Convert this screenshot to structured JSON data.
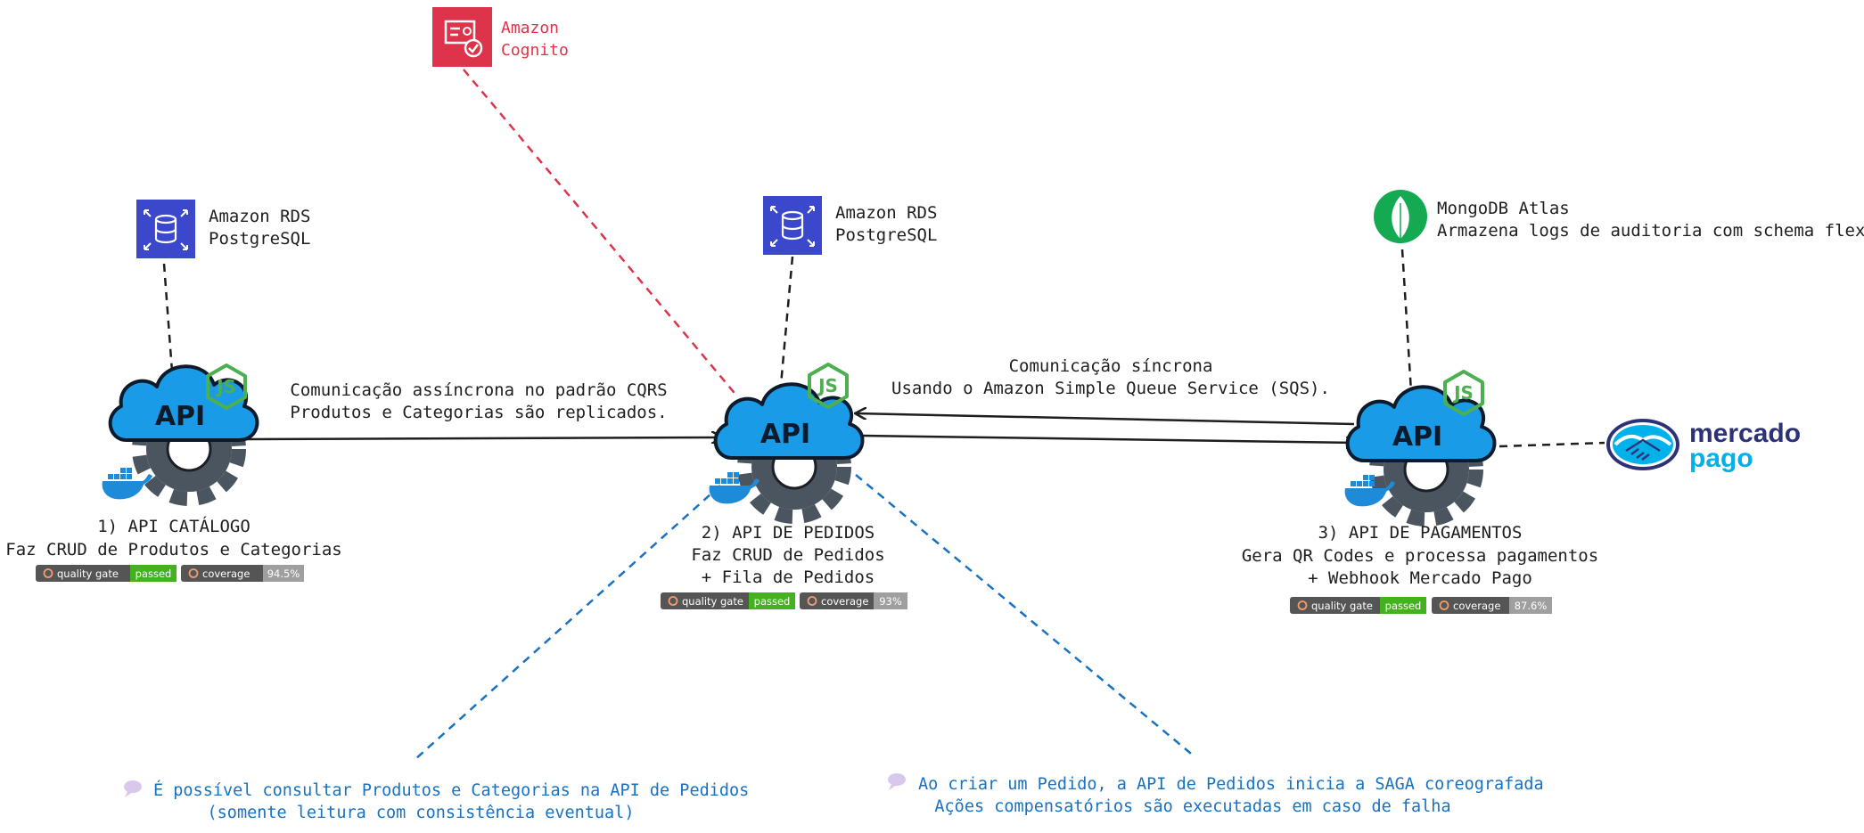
{
  "colors": {
    "cognito": "#dd344c",
    "rds": "#3b48cc",
    "api_cloud": "#1a9be8",
    "gear": "#4a5560",
    "note_blue": "#1971c2",
    "badge_dark": "#555555",
    "badge_green": "#44b11f",
    "badge_gray": "#9f9f9f",
    "mongo": "#13aa52",
    "mp_navy": "#2d3277",
    "mp_blue": "#00b1ea"
  },
  "cognito": {
    "line1": "Amazon",
    "line2": "Cognito",
    "icon": "cognito-icon"
  },
  "rds_catalog": {
    "line1": "Amazon RDS",
    "line2": "PostgreSQL",
    "icon": "database-icon"
  },
  "rds_orders": {
    "line1": "Amazon RDS",
    "line2": "PostgreSQL",
    "icon": "database-icon"
  },
  "mongodb": {
    "line1": "MongoDB Atlas",
    "line2": "Armazena logs de auditoria com schema flexível",
    "icon": "mongodb-leaf-icon"
  },
  "mercado_pago": {
    "line1": "mercado",
    "line2": "pago",
    "icon": "handshake-icon"
  },
  "apis": [
    {
      "cloud_label": "API",
      "title": "1) API CATÁLOGO",
      "desc1": "Faz CRUD de Produtos e Categorias",
      "desc2": "",
      "quality_gate": {
        "label": "quality gate",
        "value": "passed"
      },
      "coverage": {
        "label": "coverage",
        "value": "94.5%"
      }
    },
    {
      "cloud_label": "API",
      "title": "2) API DE PEDIDOS",
      "desc1": "Faz CRUD de Pedidos",
      "desc2": "+ Fila de Pedidos",
      "quality_gate": {
        "label": "quality gate",
        "value": "passed"
      },
      "coverage": {
        "label": "coverage",
        "value": "93%"
      }
    },
    {
      "cloud_label": "API",
      "title": "3) API DE PAGAMENTOS",
      "desc1": "Gera QR Codes e processa pagamentos",
      "desc2": "+ Webhook Mercado Pago",
      "quality_gate": {
        "label": "quality gate",
        "value": "passed"
      },
      "coverage": {
        "label": "coverage",
        "value": "87.6%"
      }
    }
  ],
  "node_badge": "JS",
  "edges": {
    "catalog_to_orders": {
      "line1": "Comunicação assíncrona no padrão CQRS",
      "line2": "Produtos e Categorias são replicados."
    },
    "orders_payments": {
      "line1": "Comunicação síncrona",
      "line2": "Usando o Amazon Simple Queue Service (SQS)."
    }
  },
  "notes": [
    {
      "icon": "speech-bubble-icon",
      "line1": "É possível consultar Produtos e Categorias na API de Pedidos",
      "line2": "(somente leitura com consistência eventual)"
    },
    {
      "icon": "speech-bubble-icon",
      "line1": "Ao criar um Pedido, a API de Pedidos inicia a SAGA coreografada",
      "line2": "Ações compensatórios são executadas em caso de falha"
    }
  ]
}
